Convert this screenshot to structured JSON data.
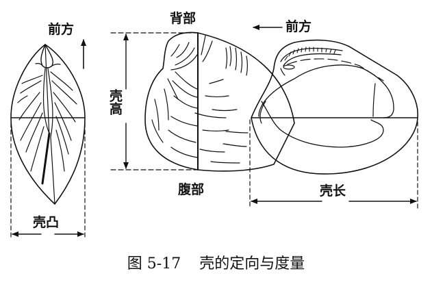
{
  "figure": {
    "number": "图 5-17",
    "title": "壳的定向与度量"
  },
  "labels": {
    "anterior_left": "前方",
    "dorsal": "背部",
    "anterior_right": "前方",
    "shell_height": "壳高",
    "ventral": "腹部",
    "shell_length": "壳长",
    "shell_convexity": "壳凸"
  },
  "views": [
    {
      "name": "front-view",
      "measure": "壳凸",
      "direction": "前方 (up arrow)"
    },
    {
      "name": "side-exterior-view",
      "measure": "壳高",
      "top": "背部",
      "bottom": "腹部"
    },
    {
      "name": "side-interior-view",
      "measure": "壳长",
      "direction": "前方 (left arrow)"
    }
  ],
  "colors": {
    "ink": "#111111",
    "background": "#ffffff"
  }
}
